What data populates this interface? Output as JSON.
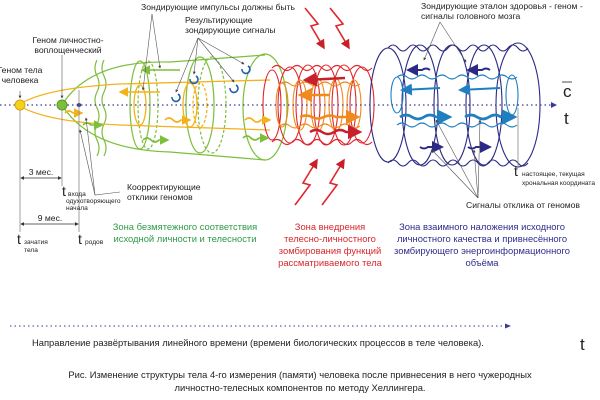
{
  "diagram": {
    "labels": {
      "genome_body": [
        "Геном тела",
        "человека"
      ],
      "genome_personal": [
        "Геном личностно-",
        "воплощенческий"
      ],
      "probing_should_be": "Зондирующие импульсы должны быть",
      "resulting_probing": [
        "Результирующие",
        "зондирующие сигналы"
      ],
      "probing_standard": [
        "Зондирующие эталон здоровья - геном -",
        "сигналы головного мозга"
      ],
      "correcting": [
        "Коорректирующие",
        "отклики геномов"
      ],
      "response_signals": "Сигналы отклика от геномов",
      "t_present_sub": "настоящее, текущая",
      "t_present_line2": "хрональная координата"
    },
    "time_markers": {
      "t_symbol": "t",
      "conception_sub": [
        "зачатия",
        "тела"
      ],
      "entry_sub": [
        "входа",
        "одухотворяющего",
        "начала"
      ],
      "birth_sub": "родов",
      "interval_3": "3 мес.",
      "interval_9": "9 мес."
    },
    "axis": {
      "c_label": "c",
      "t_label": "t",
      "bottom_t_label": "t",
      "bottom_caption": "Направление развёртывания линейного времени (времени биологических процессов в теле человека)."
    },
    "zones": {
      "green": [
        "Зона безмятежного соответствия",
        "исходной личности и телесности"
      ],
      "red": [
        "Зона внедрения",
        "телесно-личностного",
        "зомбирования функций",
        "рассматриваемого тела"
      ],
      "blue": [
        "Зона взаимного наложения исходного",
        "личностного качества и привнесённого",
        "зомбирующего энергоинформационного",
        "объёма"
      ]
    },
    "figure_caption": [
      "Рис. Изменение структуры тела 4-го измерения (памяти) человека после привнесения в него чужеродных",
      "личностно-телесных компонентов по методу Хеллингера."
    ],
    "colors": {
      "green": "#7cbf3a",
      "yellow": "#f3b21a",
      "red": "#e0262b",
      "orange": "#f08a1c",
      "navy": "#2b2a86",
      "cyan": "#1f7fc1",
      "axis_dots": "#3a3a9c"
    }
  }
}
